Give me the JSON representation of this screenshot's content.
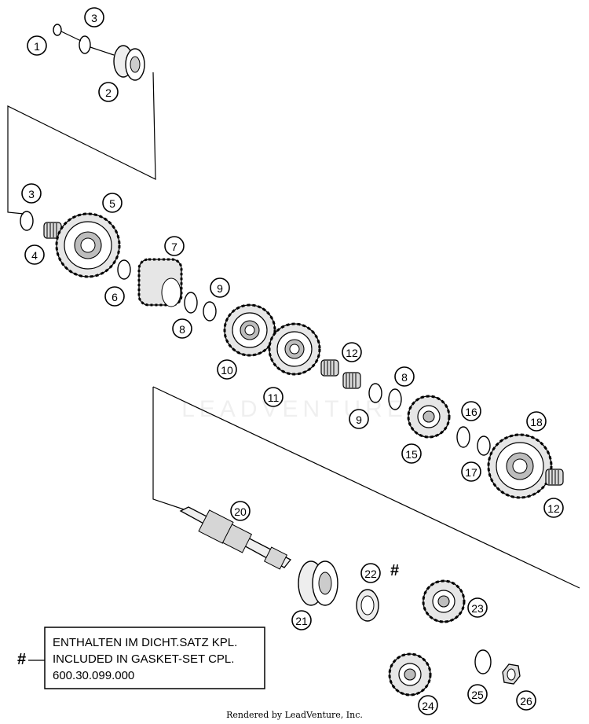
{
  "watermark": "LEADVENTURE",
  "parts": [
    {
      "id": "p1",
      "label": "1"
    },
    {
      "id": "p2",
      "label": "2"
    },
    {
      "id": "p3a",
      "label": "3"
    },
    {
      "id": "p3b",
      "label": "3"
    },
    {
      "id": "p4",
      "label": "4"
    },
    {
      "id": "p5",
      "label": "5"
    },
    {
      "id": "p6",
      "label": "6"
    },
    {
      "id": "p7",
      "label": "7"
    },
    {
      "id": "p8a",
      "label": "8"
    },
    {
      "id": "p8b",
      "label": "8"
    },
    {
      "id": "p9a",
      "label": "9"
    },
    {
      "id": "p9b",
      "label": "9"
    },
    {
      "id": "p10",
      "label": "10"
    },
    {
      "id": "p11",
      "label": "11"
    },
    {
      "id": "p12a",
      "label": "12"
    },
    {
      "id": "p12b",
      "label": "12"
    },
    {
      "id": "p15",
      "label": "15"
    },
    {
      "id": "p16",
      "label": "16"
    },
    {
      "id": "p17",
      "label": "17"
    },
    {
      "id": "p18",
      "label": "18"
    },
    {
      "id": "p20",
      "label": "20"
    },
    {
      "id": "p21",
      "label": "21"
    },
    {
      "id": "p22",
      "label": "22"
    },
    {
      "id": "p23",
      "label": "23"
    },
    {
      "id": "p24",
      "label": "24"
    },
    {
      "id": "p25",
      "label": "25"
    },
    {
      "id": "p26",
      "label": "26"
    }
  ],
  "gasket_note": {
    "marker": "#",
    "line1": "ENTHALTEN IM DICHT.SATZ KPL.",
    "line2": "INCLUDED IN GASKET-SET CPL.",
    "line3": "600.30.099.000"
  },
  "part22_marker": "#",
  "footer": "Rendered by LeadVenture, Inc."
}
